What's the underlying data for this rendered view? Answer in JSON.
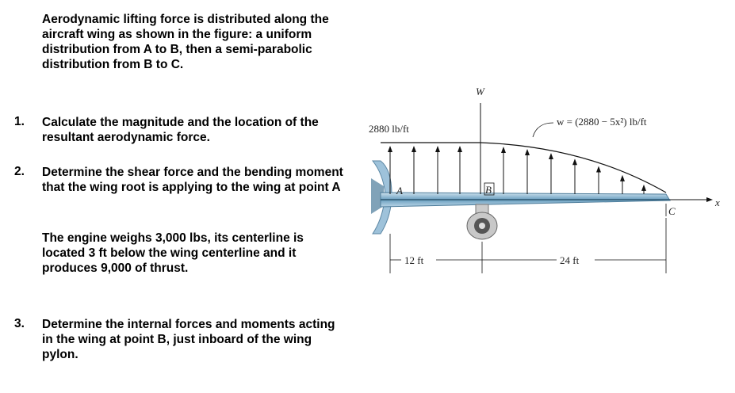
{
  "intro": "Aerodynamic lifting force is distributed along the aircraft wing as shown in the figure: a uniform distribution from A to B, then a semi-parabolic distribution from B to C.",
  "questions": [
    {
      "number": "1.",
      "text": "Calculate the magnitude and the location of the resultant aerodynamic force."
    },
    {
      "number": "2.",
      "text": "Determine the shear force and the bending moment that the wing root is applying to the wing at point A"
    },
    {
      "number": "3.",
      "text": "Determine the internal forces and moments acting in the wing at point B, just inboard of the wing pylon."
    }
  ],
  "engine_note": "The engine weighs 3,000 lbs, its centerline is located 3 ft below the wing centerline and it produces 9,000 of thrust.",
  "figure": {
    "load_label": "2880 lb/ft",
    "distribution_label": "w = (2880 − 5x²) lb/ft",
    "w_label": "W",
    "x_label": "x",
    "point_a": "A",
    "point_b": "B",
    "point_c": "C",
    "dim_ab": "12 ft",
    "dim_bc": "24 ft"
  },
  "colors": {
    "text": "#000000",
    "arrow": "#111111",
    "wing": "#6a9fc0",
    "wing_light": "#b9d4e6",
    "engine": "#555555"
  }
}
